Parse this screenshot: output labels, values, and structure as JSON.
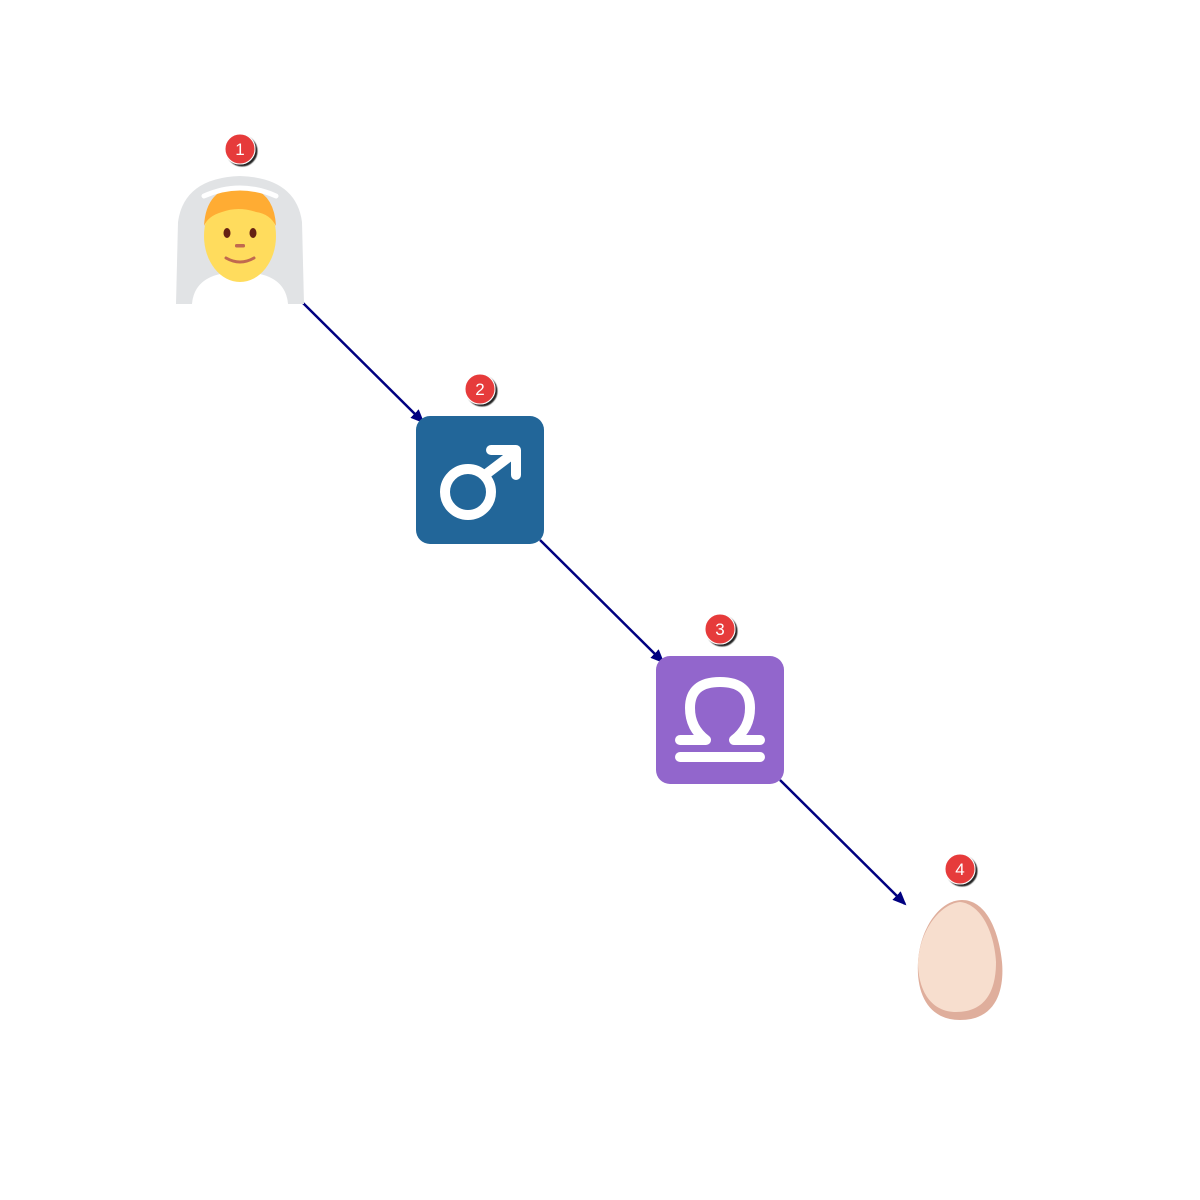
{
  "diagram": {
    "steps": [
      {
        "number": "1",
        "icon": "person-with-veil-icon"
      },
      {
        "number": "2",
        "icon": "male-sign-icon"
      },
      {
        "number": "3",
        "icon": "libra-icon"
      },
      {
        "number": "4",
        "icon": "egg-icon"
      }
    ],
    "colors": {
      "arrow": "#000080",
      "badge": "#e63a3a",
      "badge_text": "#ffffff",
      "veil": "#e1e3e5",
      "face": "#ffdc5d",
      "hair": "#ffac33",
      "male_tile": "#226699",
      "libra_tile": "#9266cc",
      "egg": "#f7dece",
      "egg_shadow": "#dfae9c"
    }
  }
}
